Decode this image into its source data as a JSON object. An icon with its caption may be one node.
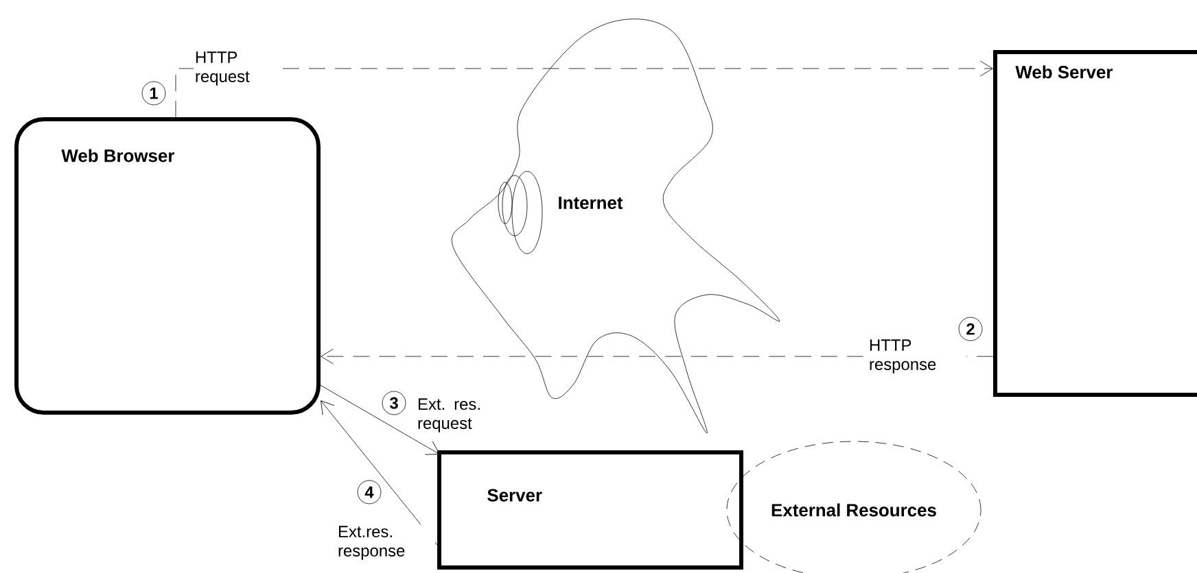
{
  "diagram": {
    "nodes": [
      {
        "text": [
          "Web Browser"
        ]
      },
      {
        "text": [
          "Web Server"
        ]
      },
      {
        "text": [
          "Internet"
        ]
      },
      {
        "text": [
          "Server"
        ]
      },
      {
        "text": [
          "External Resources"
        ]
      }
    ],
    "edges": [
      {
        "from": 0,
        "to": 1,
        "arrow": "to",
        "style": "dashed",
        "label": "HTTP request"
      },
      {
        "from": 1,
        "to": 0,
        "arrow": "to",
        "style": "dashed",
        "label": "HTTP response"
      },
      {
        "from": 0,
        "to": 3,
        "arrow": "to",
        "label": "Ext. res. request"
      },
      {
        "from": 3,
        "to": 0,
        "arrow": "to",
        "label": "Ext.res. response"
      }
    ],
    "labels": [
      "1",
      "2",
      "3",
      "4"
    ]
  }
}
